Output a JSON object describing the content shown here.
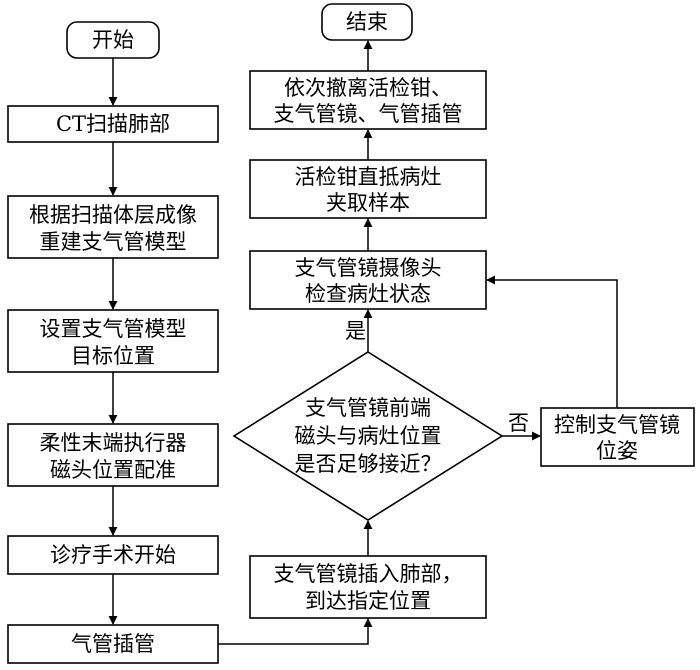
{
  "nodes": {
    "start": "开始",
    "ct_scan": "CT扫描肺部",
    "rebuild": [
      "根据扫描体层成像",
      "重建支气管模型"
    ],
    "set_target": [
      "设置支气管模型",
      "目标位置"
    ],
    "register": [
      "柔性末端执行器",
      "磁头位置配准"
    ],
    "surgery_start": "诊疗手术开始",
    "intubation": "气管插管",
    "insert_scope": [
      "支气管镜插入肺部，",
      "到达指定位置"
    ],
    "decision": [
      "支气管镜前端",
      "磁头与病灶位置",
      "是否足够接近？"
    ],
    "control_pose": [
      "控制支气管镜",
      "位姿"
    ],
    "camera_check": [
      "支气管镜摄像头",
      "检查病灶状态"
    ],
    "biopsy": [
      "活检钳直抵病灶",
      "夹取样本"
    ],
    "withdraw": [
      "依次撤离活检钳、",
      "支气管镜、气管插管"
    ],
    "end": "结束"
  },
  "edge_labels": {
    "yes": "是",
    "no": "否"
  }
}
